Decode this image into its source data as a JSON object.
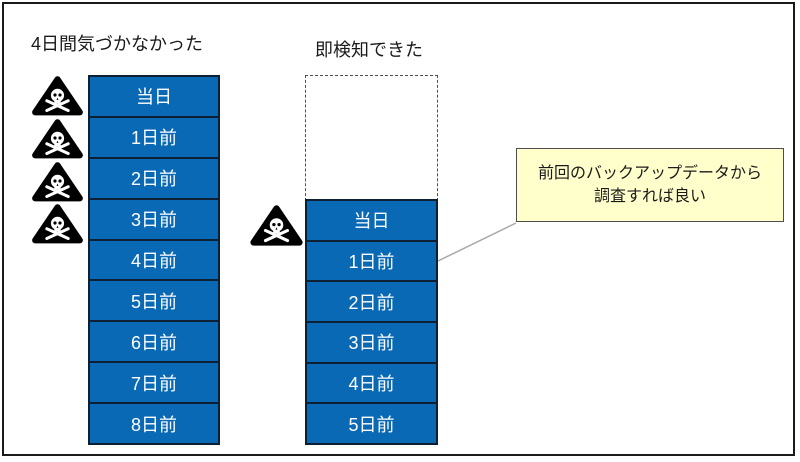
{
  "diagram": {
    "left_group": {
      "title": "4日間気づかなかった",
      "warning_icon_count": 4,
      "days": [
        "当日",
        "1日前",
        "2日前",
        "3日前",
        "4日前",
        "5日前",
        "6日前",
        "7日前",
        "8日前"
      ]
    },
    "right_group": {
      "title": "即検知できた",
      "warning_icon_count": 1,
      "empty_slots": 3,
      "days": [
        "当日",
        "1日前",
        "2日前",
        "3日前",
        "4日前",
        "5日前"
      ]
    },
    "callout": {
      "line1": "前回のバックアップデータから",
      "line2": "調査すれば良い"
    }
  },
  "icons": {
    "skull_warning": "skull-and-crossbones-in-triangle"
  },
  "colors": {
    "bar_fill": "#0a69b4",
    "bar_border": "#0d1f33",
    "bar_text": "#ffffff",
    "callout_fill": "#ffffcc",
    "callout_border": "#4d4d4d",
    "connector_line": "#a8a8a8",
    "dashed_border": "#4d4d4d",
    "frame_border": "#1a1a1a",
    "title_text": "#1a1a1a"
  }
}
